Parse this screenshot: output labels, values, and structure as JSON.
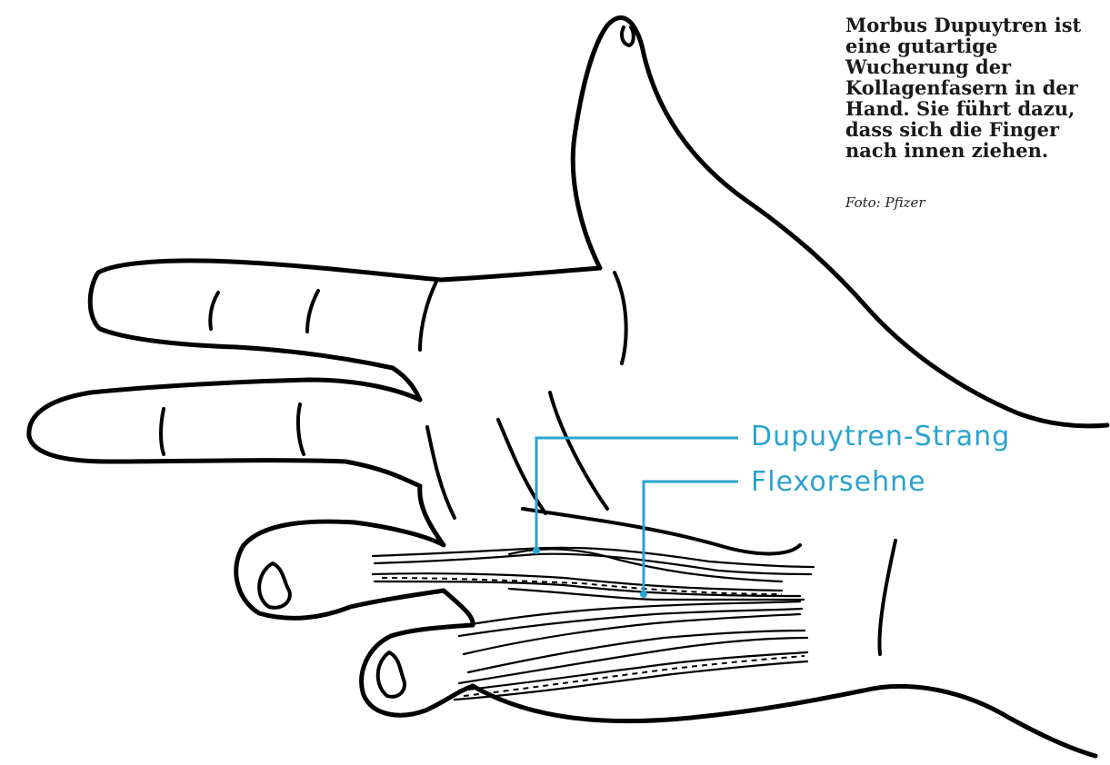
{
  "caption": {
    "text": "Morbus Dupuytren ist eine gutartige Wucherung der Kollagenfasern in der Hand. Sie führt dazu, dass sich die Finger nach innen ziehen.",
    "credit": "Foto: Pfizer"
  },
  "labels": {
    "dupuytren_strang": "Dupuytren-Strang",
    "flexorsehne": "Flexorsehne"
  },
  "colors": {
    "accent": "#2aa3cf",
    "line": "#000000",
    "background": "#ffffff"
  }
}
